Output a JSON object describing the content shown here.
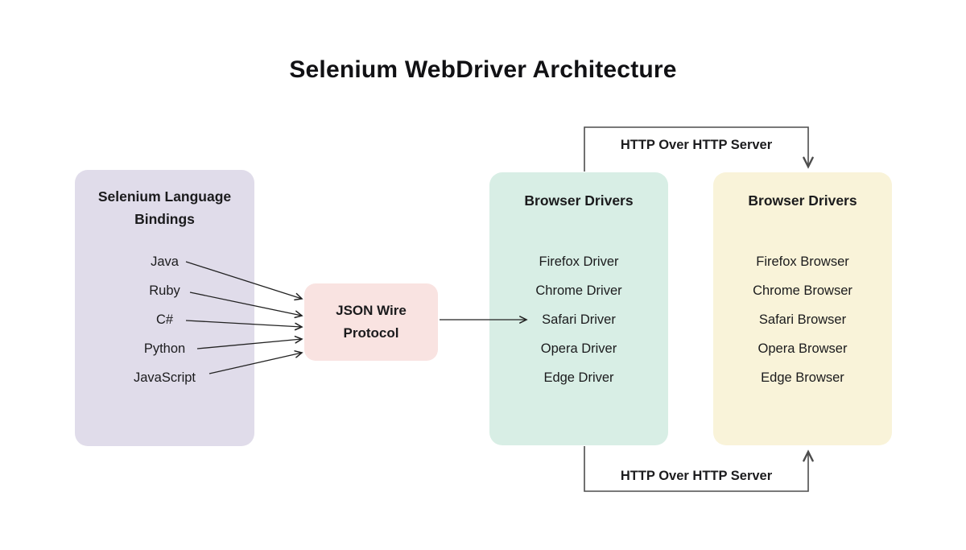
{
  "title": "Selenium WebDriver Architecture",
  "diagram": {
    "language_bindings": {
      "title": "Selenium Language Bindings",
      "items": [
        "Java",
        "Ruby",
        "C#",
        "Python",
        "JavaScript"
      ]
    },
    "json_wire_protocol": {
      "line1": "JSON Wire",
      "line2": "Protocol"
    },
    "browser_drivers": {
      "title": "Browser Drivers",
      "items": [
        "Firefox Driver",
        "Chrome Driver",
        "Safari Driver",
        "Opera Driver",
        "Edge Driver"
      ]
    },
    "browsers": {
      "title": "Browser Drivers",
      "items": [
        "Firefox Browser",
        "Chrome Browser",
        "Safari Browser",
        "Opera Browser",
        "Edge Browser"
      ]
    },
    "connectors": {
      "top_label": "HTTP Over HTTP Server",
      "bottom_label": "HTTP Over HTTP Server"
    }
  },
  "colors": {
    "bindings_box": "#E0DCEA",
    "protocol_box": "#F9E3E1",
    "drivers_box": "#D8EEE5",
    "browsers_box": "#F9F3D9",
    "bracket_line": "#4d4d4d",
    "arrow_line": "#222222",
    "text": "#1b1b1d",
    "background": "#ffffff"
  }
}
